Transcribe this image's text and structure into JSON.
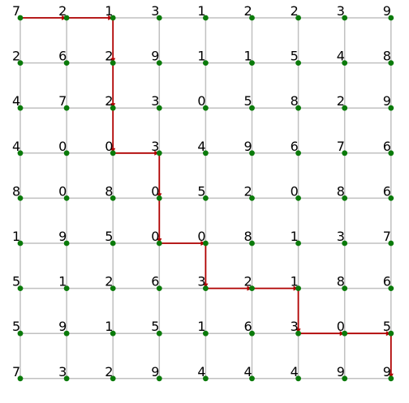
{
  "puzzle": {
    "rows": 9,
    "cols": 9,
    "grid": [
      [
        "7",
        "2",
        "1",
        "3",
        "1",
        "2",
        "2",
        "3",
        "9"
      ],
      [
        "2",
        "6",
        "2",
        "9",
        "1",
        "1",
        "5",
        "4",
        "8"
      ],
      [
        "4",
        "7",
        "2",
        "3",
        "0",
        "5",
        "8",
        "2",
        "9"
      ],
      [
        "4",
        "0",
        "0",
        "3",
        "4",
        "9",
        "6",
        "7",
        "6"
      ],
      [
        "8",
        "0",
        "8",
        "0",
        "5",
        "2",
        "0",
        "8",
        "6"
      ],
      [
        "1",
        "9",
        "5",
        "0",
        "0",
        "8",
        "1",
        "3",
        "7"
      ],
      [
        "5",
        "1",
        "2",
        "6",
        "3",
        "2",
        "1",
        "8",
        "6"
      ],
      [
        "5",
        "9",
        "1",
        "5",
        "1",
        "6",
        "3",
        "0",
        "5"
      ],
      [
        "7",
        "3",
        "2",
        "9",
        "4",
        "4",
        "4",
        "9",
        "9"
      ]
    ],
    "path": [
      [
        0,
        0
      ],
      [
        0,
        1
      ],
      [
        0,
        2
      ],
      [
        1,
        2
      ],
      [
        2,
        2
      ],
      [
        3,
        2
      ],
      [
        3,
        3
      ],
      [
        4,
        3
      ],
      [
        5,
        3
      ],
      [
        5,
        4
      ],
      [
        6,
        4
      ],
      [
        6,
        5
      ],
      [
        6,
        6
      ],
      [
        7,
        6
      ],
      [
        7,
        7
      ],
      [
        7,
        8
      ],
      [
        8,
        8
      ]
    ]
  },
  "colors": {
    "grid": "#c0c0c0",
    "path": "#b00000",
    "node": "#0a7a0a",
    "text": "#000000",
    "background": "#ffffff"
  }
}
